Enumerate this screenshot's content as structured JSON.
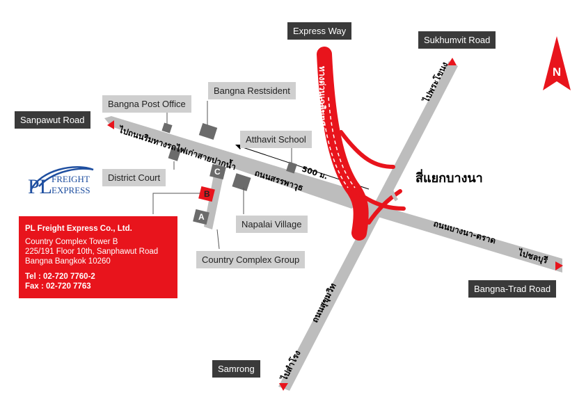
{
  "map": {
    "north": "N",
    "distance": "500 ม.",
    "intersection": "สี่แยกบางนา",
    "roads": {
      "expressway": "ทางด่วนเฉลิมมหานคร",
      "sanphawut_west": "ไปถนนริมทางรถไฟเก่าสายปากน้ำ",
      "sanphawut": "ถนนสรรพาวุธ",
      "bangna_trad": "ถนนบางนา-ตราด",
      "to_chonburi": "ไปชลบุรี",
      "sukhumvit_s": "ถนนสุขุมวิท",
      "to_samrong": "ไปสำโรง",
      "to_phrakhanong": "ไปพระโขนง"
    },
    "buildings": {
      "a": "A",
      "b": "B",
      "c": "C"
    },
    "labels": {
      "express_way": "Express Way",
      "sukhumvit_road": "Sukhumvit Road",
      "sanpawut_road": "Sanpawut Road",
      "bangna_post_office": "Bangna Post Office",
      "bangna_restsident": "Bangna Restsident",
      "atthavit_school": "Atthavit School",
      "district_court": "District Court",
      "napalai_village": "Napalai Village",
      "country_complex_group": "Country Complex Group",
      "bangna_trad_road": "Bangna-Trad Road",
      "samrong": "Samrong"
    }
  },
  "logo": {
    "pl": "PL",
    "freight": "FREIGHT",
    "express": "EXPRESS"
  },
  "company": {
    "name": "PL Freight Express Co., Ltd.",
    "address": [
      "Country Complex Tower B",
      "225/191 Floor 10th, Sanphawut Road",
      "Bangna Bangkok 10260"
    ],
    "tel": "Tel : 02-720 7760-2",
    "fax": "Fax : 02-720 7763"
  },
  "colors": {
    "road": "#b9b9b9",
    "expressway": "#e8141c",
    "building": "#6b6b6b",
    "dark_label": "#3a3a3a",
    "light_label": "#cfcfcf",
    "logo_blue": "#1f4fa0"
  }
}
